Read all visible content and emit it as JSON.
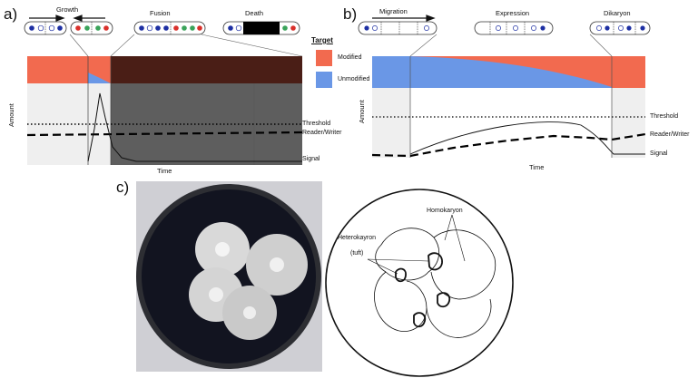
{
  "panel_a": {
    "letter": "a)",
    "stages": {
      "growth": "Growth",
      "fusion": "Fusion",
      "death": "Death"
    },
    "legend": {
      "title": "Target",
      "modified": "Modified",
      "unmodified": "Unmodified"
    },
    "y_axis": "Amount",
    "x_axis": "Time",
    "line_labels": {
      "threshold": "Threshold",
      "reader_writer": "Reader/Writer",
      "signal": "Signal"
    }
  },
  "panel_b": {
    "letter": "b)",
    "stages": {
      "migration": "Migration",
      "expression": "Expression",
      "dikaryon": "Dikaryon"
    },
    "y_axis": "Amount",
    "x_axis": "Time",
    "line_labels": {
      "threshold": "Threshold",
      "reader_writer": "Reader/Writer",
      "signal": "Signal"
    }
  },
  "panel_c": {
    "letter": "c)",
    "labels": {
      "homokaryon": "Homokaryon",
      "heterokaryon": "Heterokayron",
      "tuft": "(tuft)"
    }
  },
  "colors": {
    "modified": "#f26a4f",
    "unmodified": "#6a97e6",
    "dark_region": "#4a1e16",
    "shade": "#5a5a5a",
    "nucleus_blue": "#1d2fa3",
    "nucleus_red": "#d9302b",
    "nucleus_green": "#3aa35a"
  }
}
